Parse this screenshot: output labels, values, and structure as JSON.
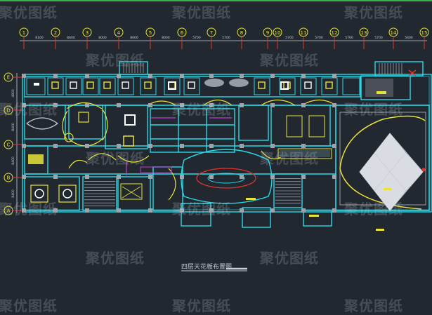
{
  "watermark": "聚优图纸",
  "drawing": {
    "title": "四层天花板布置图",
    "grid_columns": [
      "1",
      "2",
      "3",
      "4",
      "5",
      "6",
      "7",
      "8",
      "9",
      "10",
      "11",
      "12",
      "13",
      "14",
      "15"
    ],
    "column_spacings": [
      "8100",
      "8600",
      "8000",
      "8000",
      "8000",
      "5700",
      "5700",
      "5700",
      "5700",
      "5700",
      "5700",
      "5400"
    ],
    "grid_rows": [
      "E",
      "D",
      "C",
      "B",
      "A"
    ],
    "row_spacings": [
      "4800",
      "8400",
      "8400",
      "8400"
    ],
    "colors": {
      "background": "#212830",
      "wall": "#29d9e8",
      "ceiling_line": "#e8e23a",
      "partition": "#c9cdd4",
      "accent_red": "#e2332e",
      "accent_magenta": "#c23bd6",
      "grid_bubble": "#e8e23a",
      "grid_axis": "#e2332e"
    }
  }
}
